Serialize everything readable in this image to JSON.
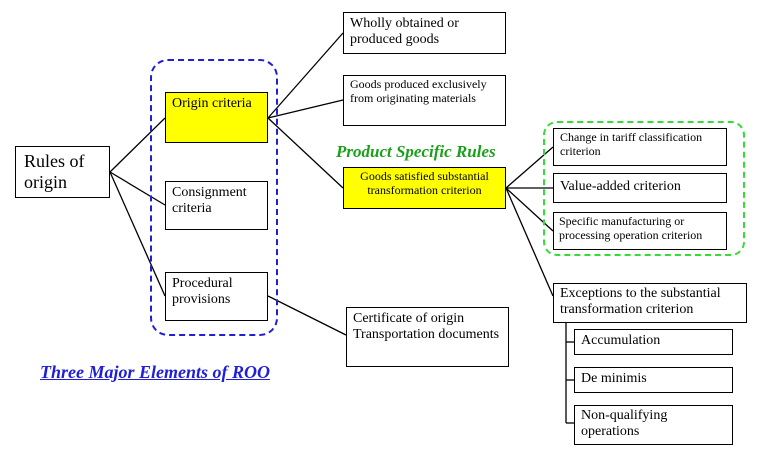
{
  "root": "Rules of origin",
  "elements": {
    "origin": "Origin criteria",
    "consignment": "Consignment criteria",
    "procedural": "Procedural provisions"
  },
  "origin_branches": {
    "wholly": "Wholly obtained or produced goods",
    "exclusive": "Goods produced exclusively from originating materials",
    "substantial": "Goods satisfied substantial transformation criterion"
  },
  "psr": {
    "title": "Product Specific Rules",
    "items": [
      "Change in tariff classification criterion",
      "Value-added criterion",
      "Specific manufacturing or processing operation criterion"
    ]
  },
  "exceptions": {
    "title": "Exceptions to the substantial transformation criterion",
    "items": [
      "Accumulation",
      "De minimis",
      "Non-qualifying operations"
    ]
  },
  "certificate": "Certificate of origin Transportation documents",
  "three_elements_caption": "Three Major Elements of ROO",
  "colors": {
    "highlight": "#ffff00",
    "blue_frame": "#1f1fd6",
    "green_frame": "#33dd33",
    "caption_blue": "#1f1fd6",
    "caption_green": "#1aa01a"
  }
}
